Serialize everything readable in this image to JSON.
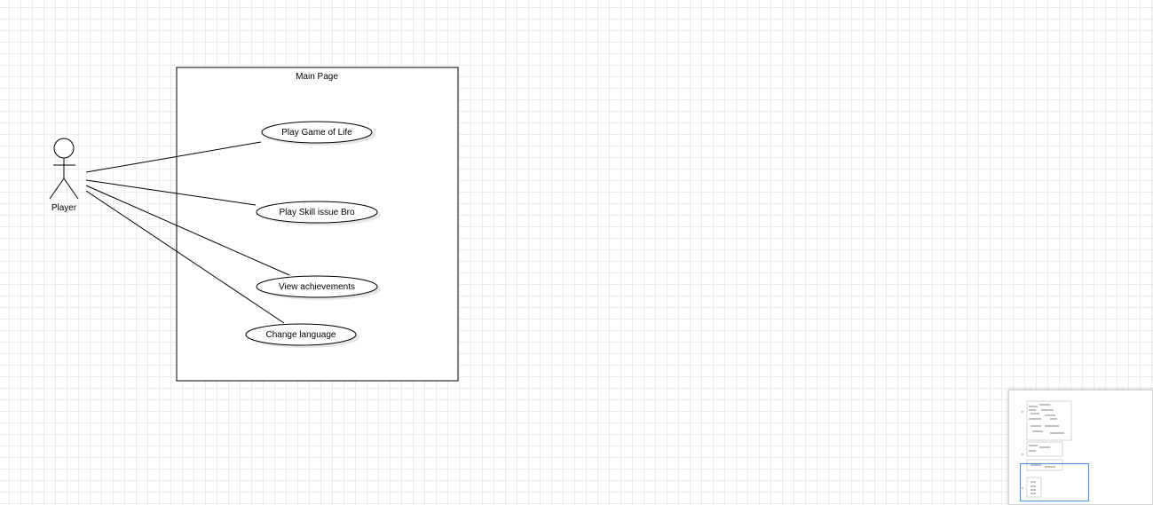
{
  "diagram": {
    "system_boundary": {
      "title": "Main Page"
    },
    "actor": {
      "name": "Player"
    },
    "use_cases": [
      {
        "label": "Play Game of Life"
      },
      {
        "label": "Play Skill issue Bro"
      },
      {
        "label": "View achievements"
      },
      {
        "label": "Change language"
      }
    ],
    "associations": [
      {
        "from": "Player",
        "to": "Play Game of Life"
      },
      {
        "from": "Player",
        "to": "Play Skill issue Bro"
      },
      {
        "from": "Player",
        "to": "View achievements"
      },
      {
        "from": "Player",
        "to": "Change language"
      }
    ]
  },
  "minimap": {
    "visible": true
  }
}
